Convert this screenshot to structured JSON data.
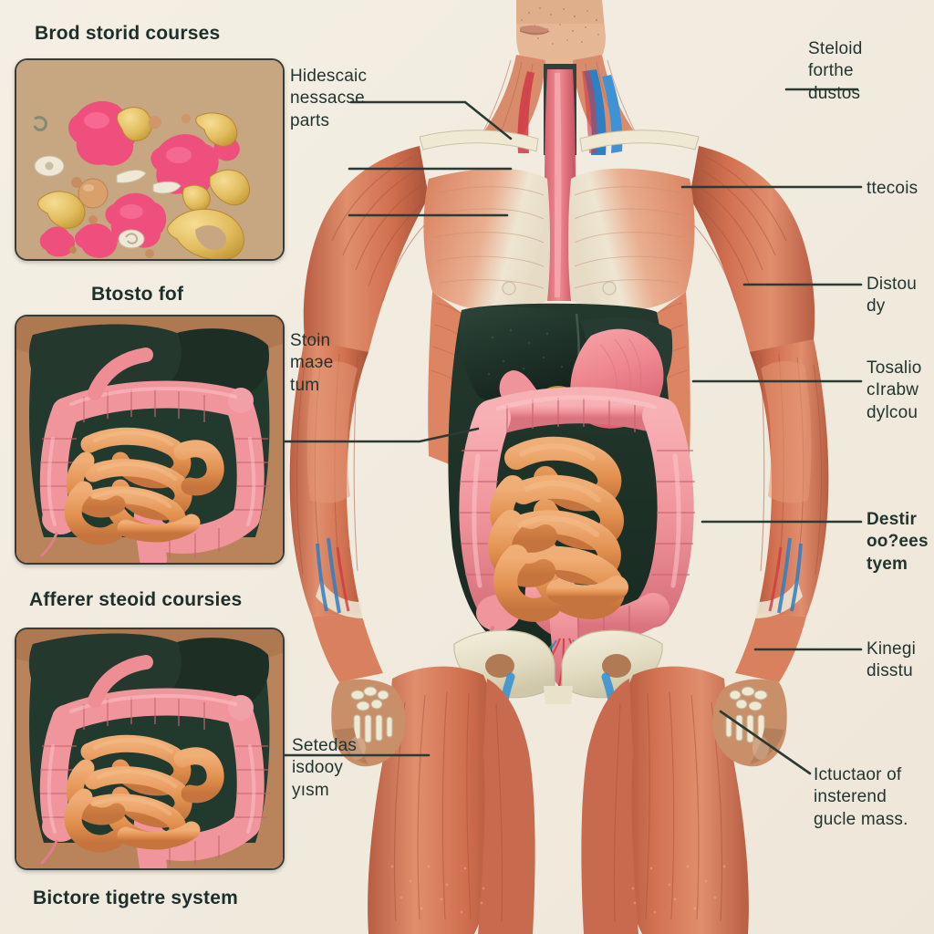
{
  "figure": {
    "kind": "anatomical-illustration",
    "subject": "human male torso with musculature and digestive organs",
    "background_color": "#f2ece0",
    "label_color": "#22352f"
  },
  "panels": [
    {
      "id": "panel-specimens",
      "title": "Brod storid courses",
      "caption": "Btosto fof",
      "background_color": "#c9a886",
      "description": "tray of pink and gold tissue specimen fragments"
    },
    {
      "id": "panel-intestines-upper",
      "title": "Btosto fof",
      "caption": "Afferer steoid coursies",
      "background_color": "#b9835c",
      "description": "large and small intestine with liver above"
    },
    {
      "id": "panel-intestines-lower",
      "title": "Afferer steoid coursies",
      "caption": "Bictore tigetre system",
      "background_color": "#b9835c",
      "description": "large and small intestine with liver above"
    }
  ],
  "labels": {
    "left": [
      {
        "id": "label-pectoral",
        "text": "Hidescaic\nnessacse\nparts"
      },
      {
        "id": "label-stomach",
        "text": "Stoin\nmaэe\ntum"
      },
      {
        "id": "label-intestine-detail",
        "text": "Setedas\nisdooy\nyısm"
      }
    ],
    "right": [
      {
        "id": "label-deltoid",
        "text": "Steloid\nforthe\ndustos",
        "bold": false
      },
      {
        "id": "label-biceps",
        "text": "ttecois",
        "bold": false
      },
      {
        "id": "label-distal",
        "text": "Distou\ndy",
        "bold": false
      },
      {
        "id": "label-forearm",
        "text": "Tosalio\ncIrabw\ndylcou",
        "bold": false
      },
      {
        "id": "label-wrist",
        "text": "Destir\noo?ees\ntyem",
        "bold": true
      },
      {
        "id": "label-hand",
        "text": "Kinegi\ndisstu",
        "bold": false
      },
      {
        "id": "label-thigh",
        "text": "Ictuctaor of\ninsterend\ngucle mass."
      }
    ]
  },
  "colors": {
    "muscle_light": "#e08a6a",
    "muscle_mid": "#cd6f51",
    "muscle_dark": "#a9543c",
    "tendon": "#efe7d6",
    "liver": "#22372e",
    "stomach": "#ef8d94",
    "colon": "#f0959c",
    "small_intestine": "#e59a62",
    "bone": "#e8e3cf",
    "artery": "#e0363f",
    "vein": "#2f7fc4",
    "skin": "#d9a380"
  }
}
